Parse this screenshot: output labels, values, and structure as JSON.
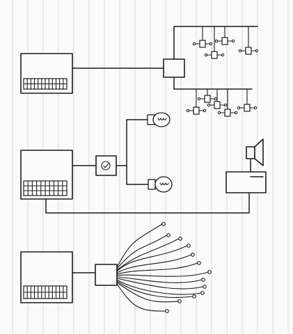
{
  "diagram": {
    "computers": [
      {
        "id": "computer-1",
        "attached": "switch-hub"
      },
      {
        "id": "computer-2",
        "attached": "dimmer"
      },
      {
        "id": "computer-3",
        "attached": "wire-hub"
      }
    ],
    "lamps": 2,
    "speaker_units": 1,
    "switch_clusters": 2,
    "loose_wires": 13
  },
  "colors": {
    "ink": "#1b1b1b",
    "paper": "#fbfbfb",
    "ruled_line": "#c4cdd6"
  }
}
